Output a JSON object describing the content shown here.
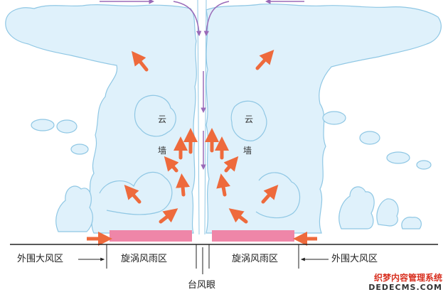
{
  "labels": {
    "outer_left": "外围大风区",
    "vortex_left": "旋涡风雨区",
    "vortex_right": "旋涡风雨区",
    "outer_right": "外围大风区",
    "eye": "台风眼",
    "wall_left_top": "云",
    "wall_left_bottom": "墙",
    "wall_right_top": "云",
    "wall_right_bottom": "墙"
  },
  "watermark": {
    "line1": "织梦内容管理系统",
    "line2": "DEDECMS.COM"
  },
  "colors": {
    "cloud_fill": "#dff1fb",
    "cloud_stroke": "#8fc7e4",
    "updraft_arrow": "#ee6a3c",
    "downdraft_arrow": "#9a6ab8",
    "rain_zone": "#ef86a8",
    "inflow_arrow": "#ee6a3c"
  }
}
